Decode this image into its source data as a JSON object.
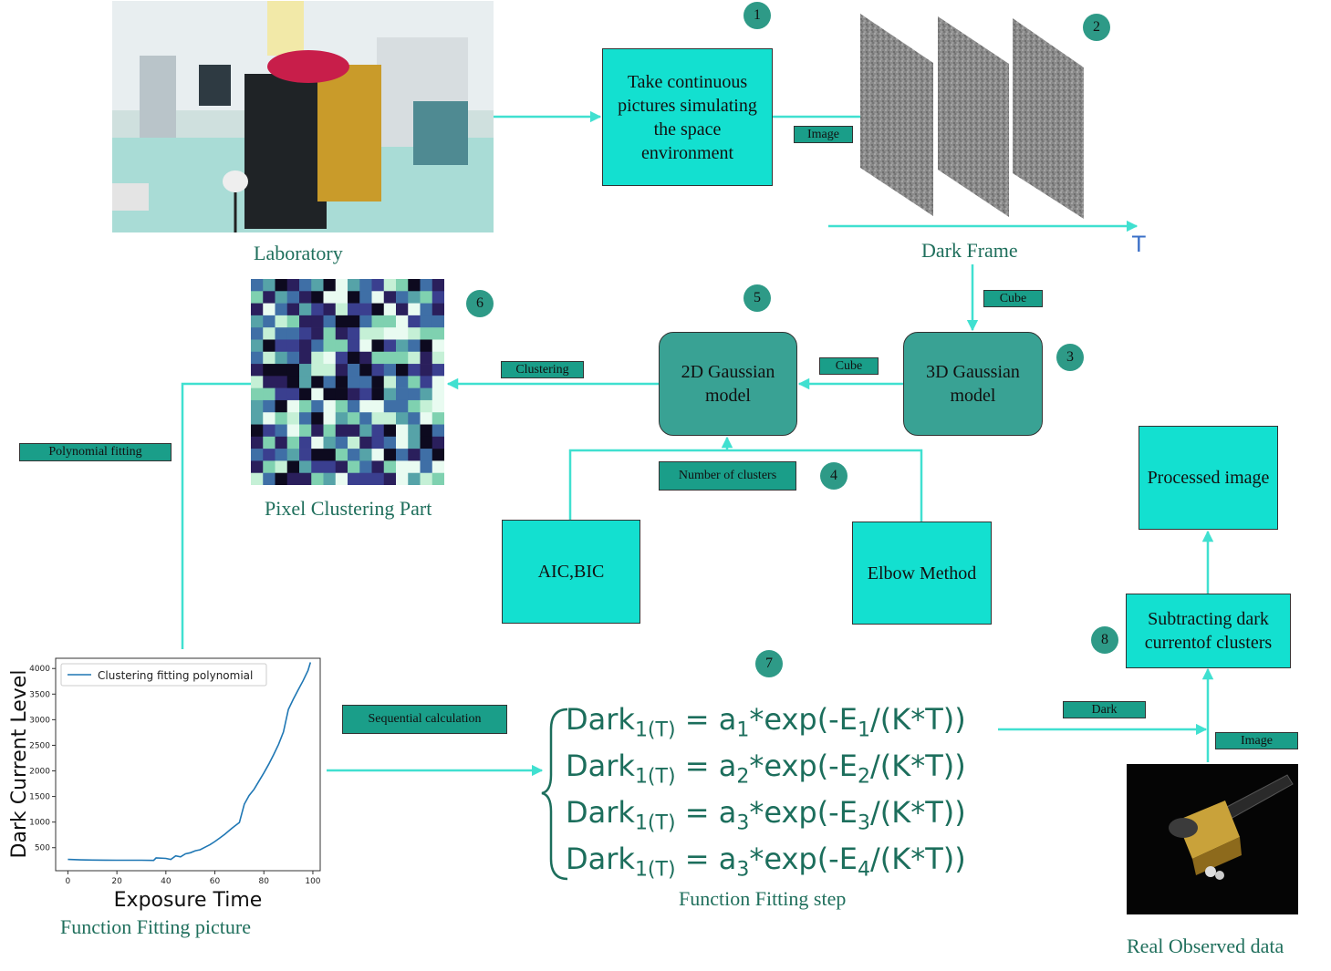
{
  "captions": {
    "laboratory": "Laboratory",
    "dark_frame": "Dark Frame",
    "time_axis": "T",
    "pixel_clustering": "Pixel Clustering Part",
    "function_fitting_picture": "Function Fitting picture",
    "function_fitting_step": "Function Fitting step",
    "real_observed": "Real Observed data"
  },
  "boxes": {
    "take_pictures": "Take continuous pictures simulating the space environment",
    "gauss3d": "3D Gaussian model",
    "gauss2d": "2D Gaussian model",
    "aic_bic": "AIC,BIC",
    "elbow": "Elbow Method",
    "processed": "Processed image",
    "subtracting": "Subtracting dark currentof clusters"
  },
  "labels": {
    "image1": "Image",
    "cube1": "Cube",
    "cube2": "Cube",
    "clustering": "Clustering",
    "num_clusters": "Number of clusters",
    "polynomial": "Polynomial fitting",
    "sequential": "Sequential calculation",
    "dark": "Dark",
    "image2": "Image"
  },
  "steps": [
    "1",
    "2",
    "3",
    "4",
    "5",
    "6",
    "7",
    "8"
  ],
  "equations": [
    {
      "lhs": "Dark",
      "sub": "1(T)",
      "rhs": "= a",
      "coef": "1",
      "mid": "*exp(-E",
      "esub": "1",
      "end": "/(K*T))"
    },
    {
      "lhs": "Dark",
      "sub": "1(T)",
      "rhs": "= a",
      "coef": "2",
      "mid": "*exp(-E",
      "esub": "2",
      "end": "/(K*T))"
    },
    {
      "lhs": "Dark",
      "sub": "1(T)",
      "rhs": "= a",
      "coef": "3",
      "mid": "*exp(-E",
      "esub": "3",
      "end": "/(K*T))"
    },
    {
      "lhs": "Dark",
      "sub": "1(T)",
      "rhs": "= a",
      "coef": "3",
      "mid": "*exp(-E",
      "esub": "4",
      "end": "/(K*T))"
    }
  ],
  "colors": {
    "cyan_box": "#13E0D0",
    "teal_box": "#39A294",
    "label_bg": "#1A9E89",
    "connector": "#40E0D0",
    "caption": "#1F6F5C"
  },
  "chart_data": {
    "type": "line",
    "xlabel": "Exposure Time",
    "ylabel": "Dark Current Level",
    "xlim": [
      -5,
      103
    ],
    "ylim": [
      50,
      4200
    ],
    "xticks": [
      0,
      20,
      40,
      60,
      80,
      100
    ],
    "yticks": [
      500,
      1000,
      1500,
      2000,
      2500,
      3000,
      3500,
      4000
    ],
    "legend_position": "top-left",
    "series": [
      {
        "name": "Clustering fitting polynomial",
        "color": "#1F77B4",
        "x": [
          0,
          5,
          10,
          15,
          20,
          25,
          30,
          35,
          36,
          40,
          42,
          44,
          46,
          48,
          50,
          52,
          54,
          56,
          58,
          60,
          62,
          64,
          66,
          68,
          70,
          72,
          74,
          76,
          78,
          80,
          82,
          84,
          86,
          88,
          90,
          92,
          94,
          96,
          98,
          99
        ],
        "values": [
          270,
          262,
          258,
          256,
          255,
          255,
          254,
          252,
          300,
          290,
          270,
          340,
          320,
          380,
          400,
          440,
          460,
          510,
          560,
          620,
          690,
          760,
          840,
          920,
          990,
          1350,
          1520,
          1640,
          1800,
          1960,
          2130,
          2320,
          2520,
          2760,
          3200,
          3400,
          3580,
          3760,
          3960,
          4120
        ]
      }
    ]
  }
}
